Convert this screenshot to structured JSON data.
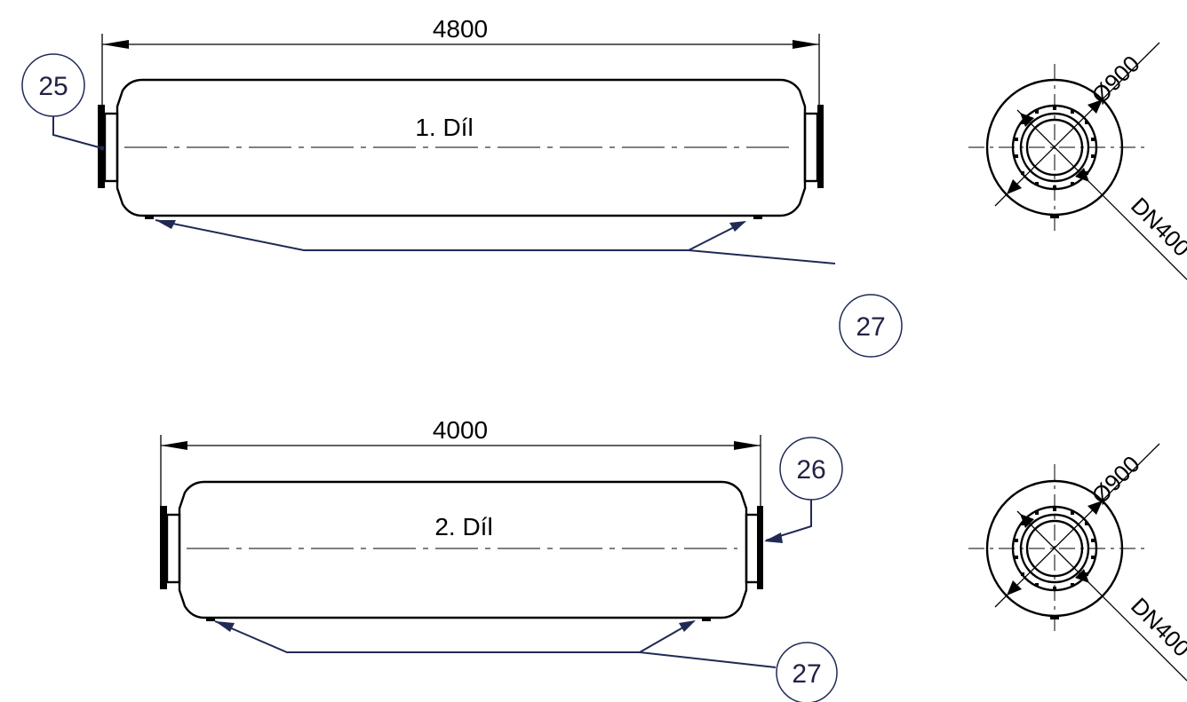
{
  "drawing": {
    "part1": {
      "label": "1. Díl",
      "length_dim": "4800",
      "balloon_flange": "25",
      "balloon_supports": "27",
      "end_view": {
        "diameter": "Ø900",
        "nozzle": "DN400"
      }
    },
    "part2": {
      "label": "2. Díl",
      "length_dim": "4000",
      "balloon_flange": "26",
      "balloon_supports": "27",
      "end_view": {
        "diameter": "Ø900",
        "nozzle": "DN400"
      }
    },
    "colors": {
      "lines": "#000000",
      "leaders": "#1f2a55"
    }
  }
}
